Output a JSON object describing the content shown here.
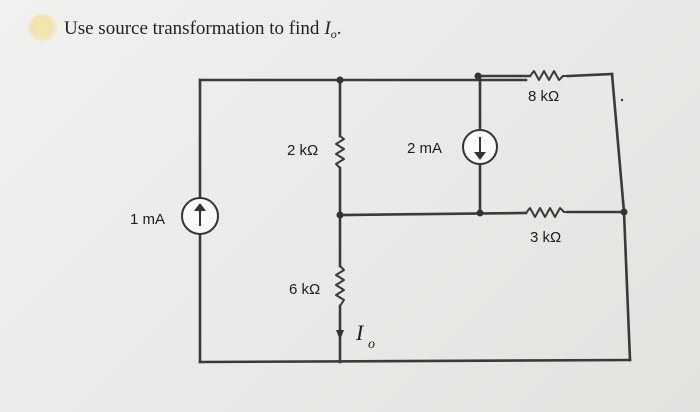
{
  "problem": {
    "text": "Use source transformation to find",
    "var": "I",
    "sub": "o",
    "end": "."
  },
  "components": {
    "source_1ma": "1 mA",
    "source_2ma": "2 mA",
    "r_2k": "2 kΩ",
    "r_6k": "6 kΩ",
    "r_8k": "8 kΩ",
    "r_3k": "3 kΩ"
  },
  "current_label": {
    "var": "I",
    "sub": "o"
  }
}
